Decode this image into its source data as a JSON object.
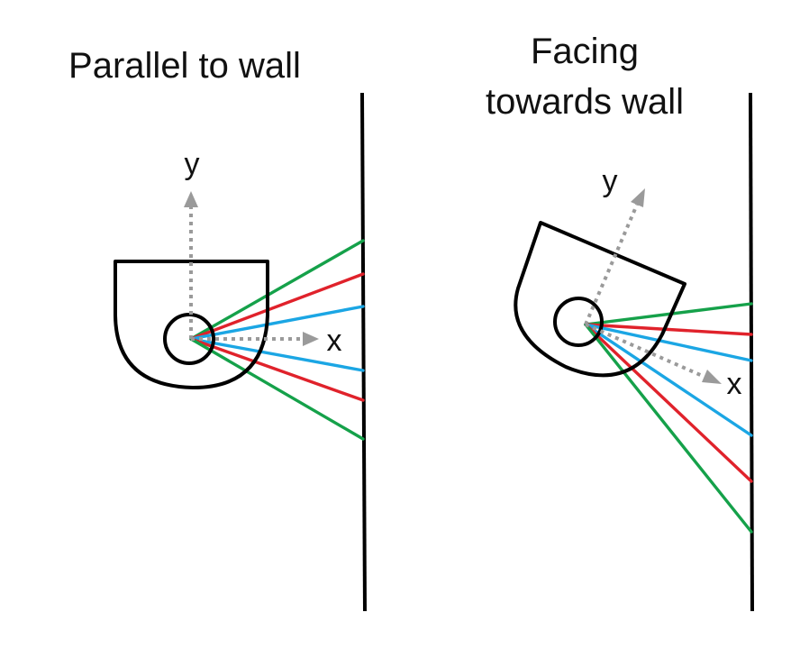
{
  "panels": [
    {
      "title": "Parallel to wall",
      "x_label": "x",
      "y_label": "y",
      "orientation": "parallel"
    },
    {
      "title_line1": "Facing",
      "title_line2": "towards wall",
      "x_label": "x",
      "y_label": "y",
      "orientation": "facing"
    }
  ],
  "colors": {
    "outline": "#000000",
    "axis": "#9a9a9a",
    "ray_green": "#15a14a",
    "ray_red": "#e0222b",
    "ray_blue": "#1ba6e4"
  }
}
